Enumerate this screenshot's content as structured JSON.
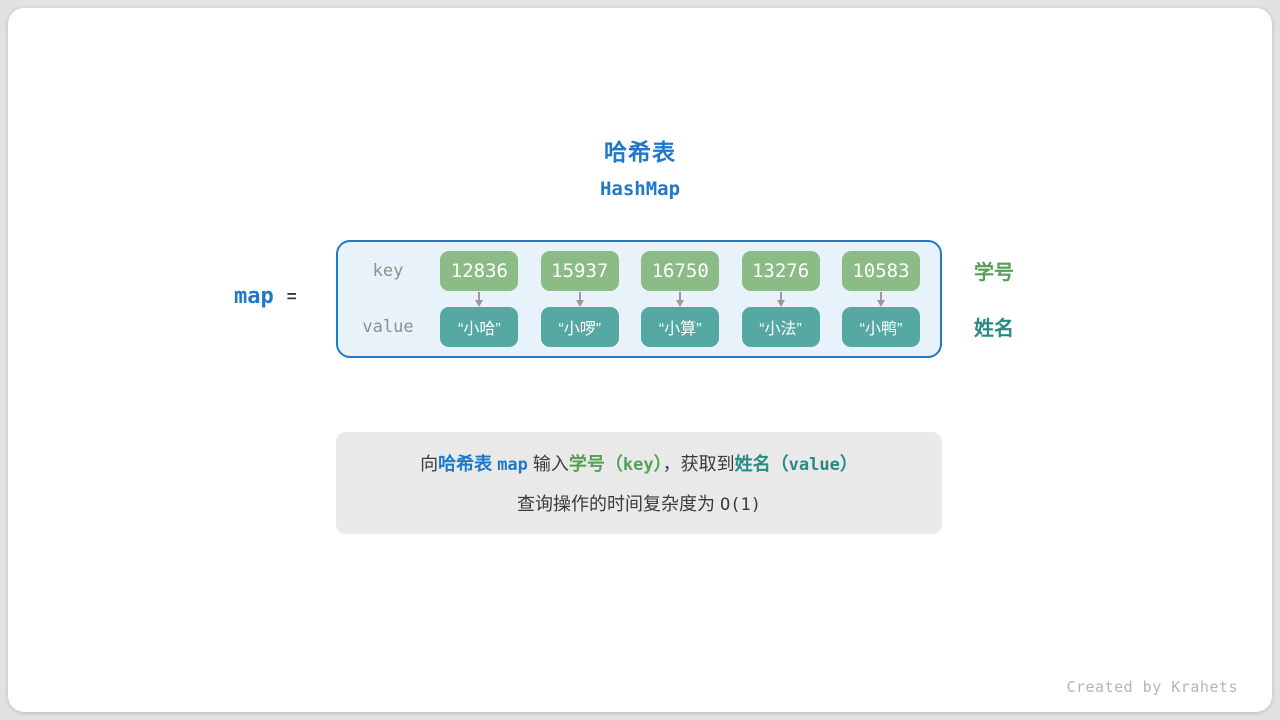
{
  "title": {
    "zh": "哈希表",
    "en": "HashMap"
  },
  "expression": {
    "variable": "map",
    "equals": "="
  },
  "hash": {
    "key_row_label": "key",
    "value_row_label": "value",
    "entries": [
      {
        "key": "12836",
        "value": "“小哈”"
      },
      {
        "key": "15937",
        "value": "“小啰”"
      },
      {
        "key": "16750",
        "value": "“小算”"
      },
      {
        "key": "13276",
        "value": "“小法”"
      },
      {
        "key": "10583",
        "value": "“小鸭”"
      }
    ],
    "keys_meaning": "学号",
    "values_meaning": "姓名"
  },
  "caption": {
    "line1": [
      {
        "text": "向"
      },
      {
        "text": "哈希表 "
      },
      {
        "text": "map"
      },
      {
        "text": " 输入"
      },
      {
        "text": "学号（"
      },
      {
        "text": "key"
      },
      {
        "text": "）"
      },
      {
        "text": "，获取到"
      },
      {
        "text": "姓名（"
      },
      {
        "text": "value"
      },
      {
        "text": "）"
      }
    ],
    "line2_text": "查询操作的时间复杂度为 ",
    "line2_code": "O(1)"
  },
  "watermark": "Created by Krahets",
  "colors": {
    "blue": "#2079c8",
    "key-box": "#8cbc86",
    "value-box": "#56a8a2",
    "key-text": "#55a055",
    "value-text": "#278b84",
    "row-label": "#8f9086",
    "arrow": "#9a9a9a",
    "panel-bg": "#e8f2fb",
    "caption-bg": "#e9e9e9",
    "caption-text": "#3b3b3b",
    "watermark": "#b5b5b5"
  }
}
